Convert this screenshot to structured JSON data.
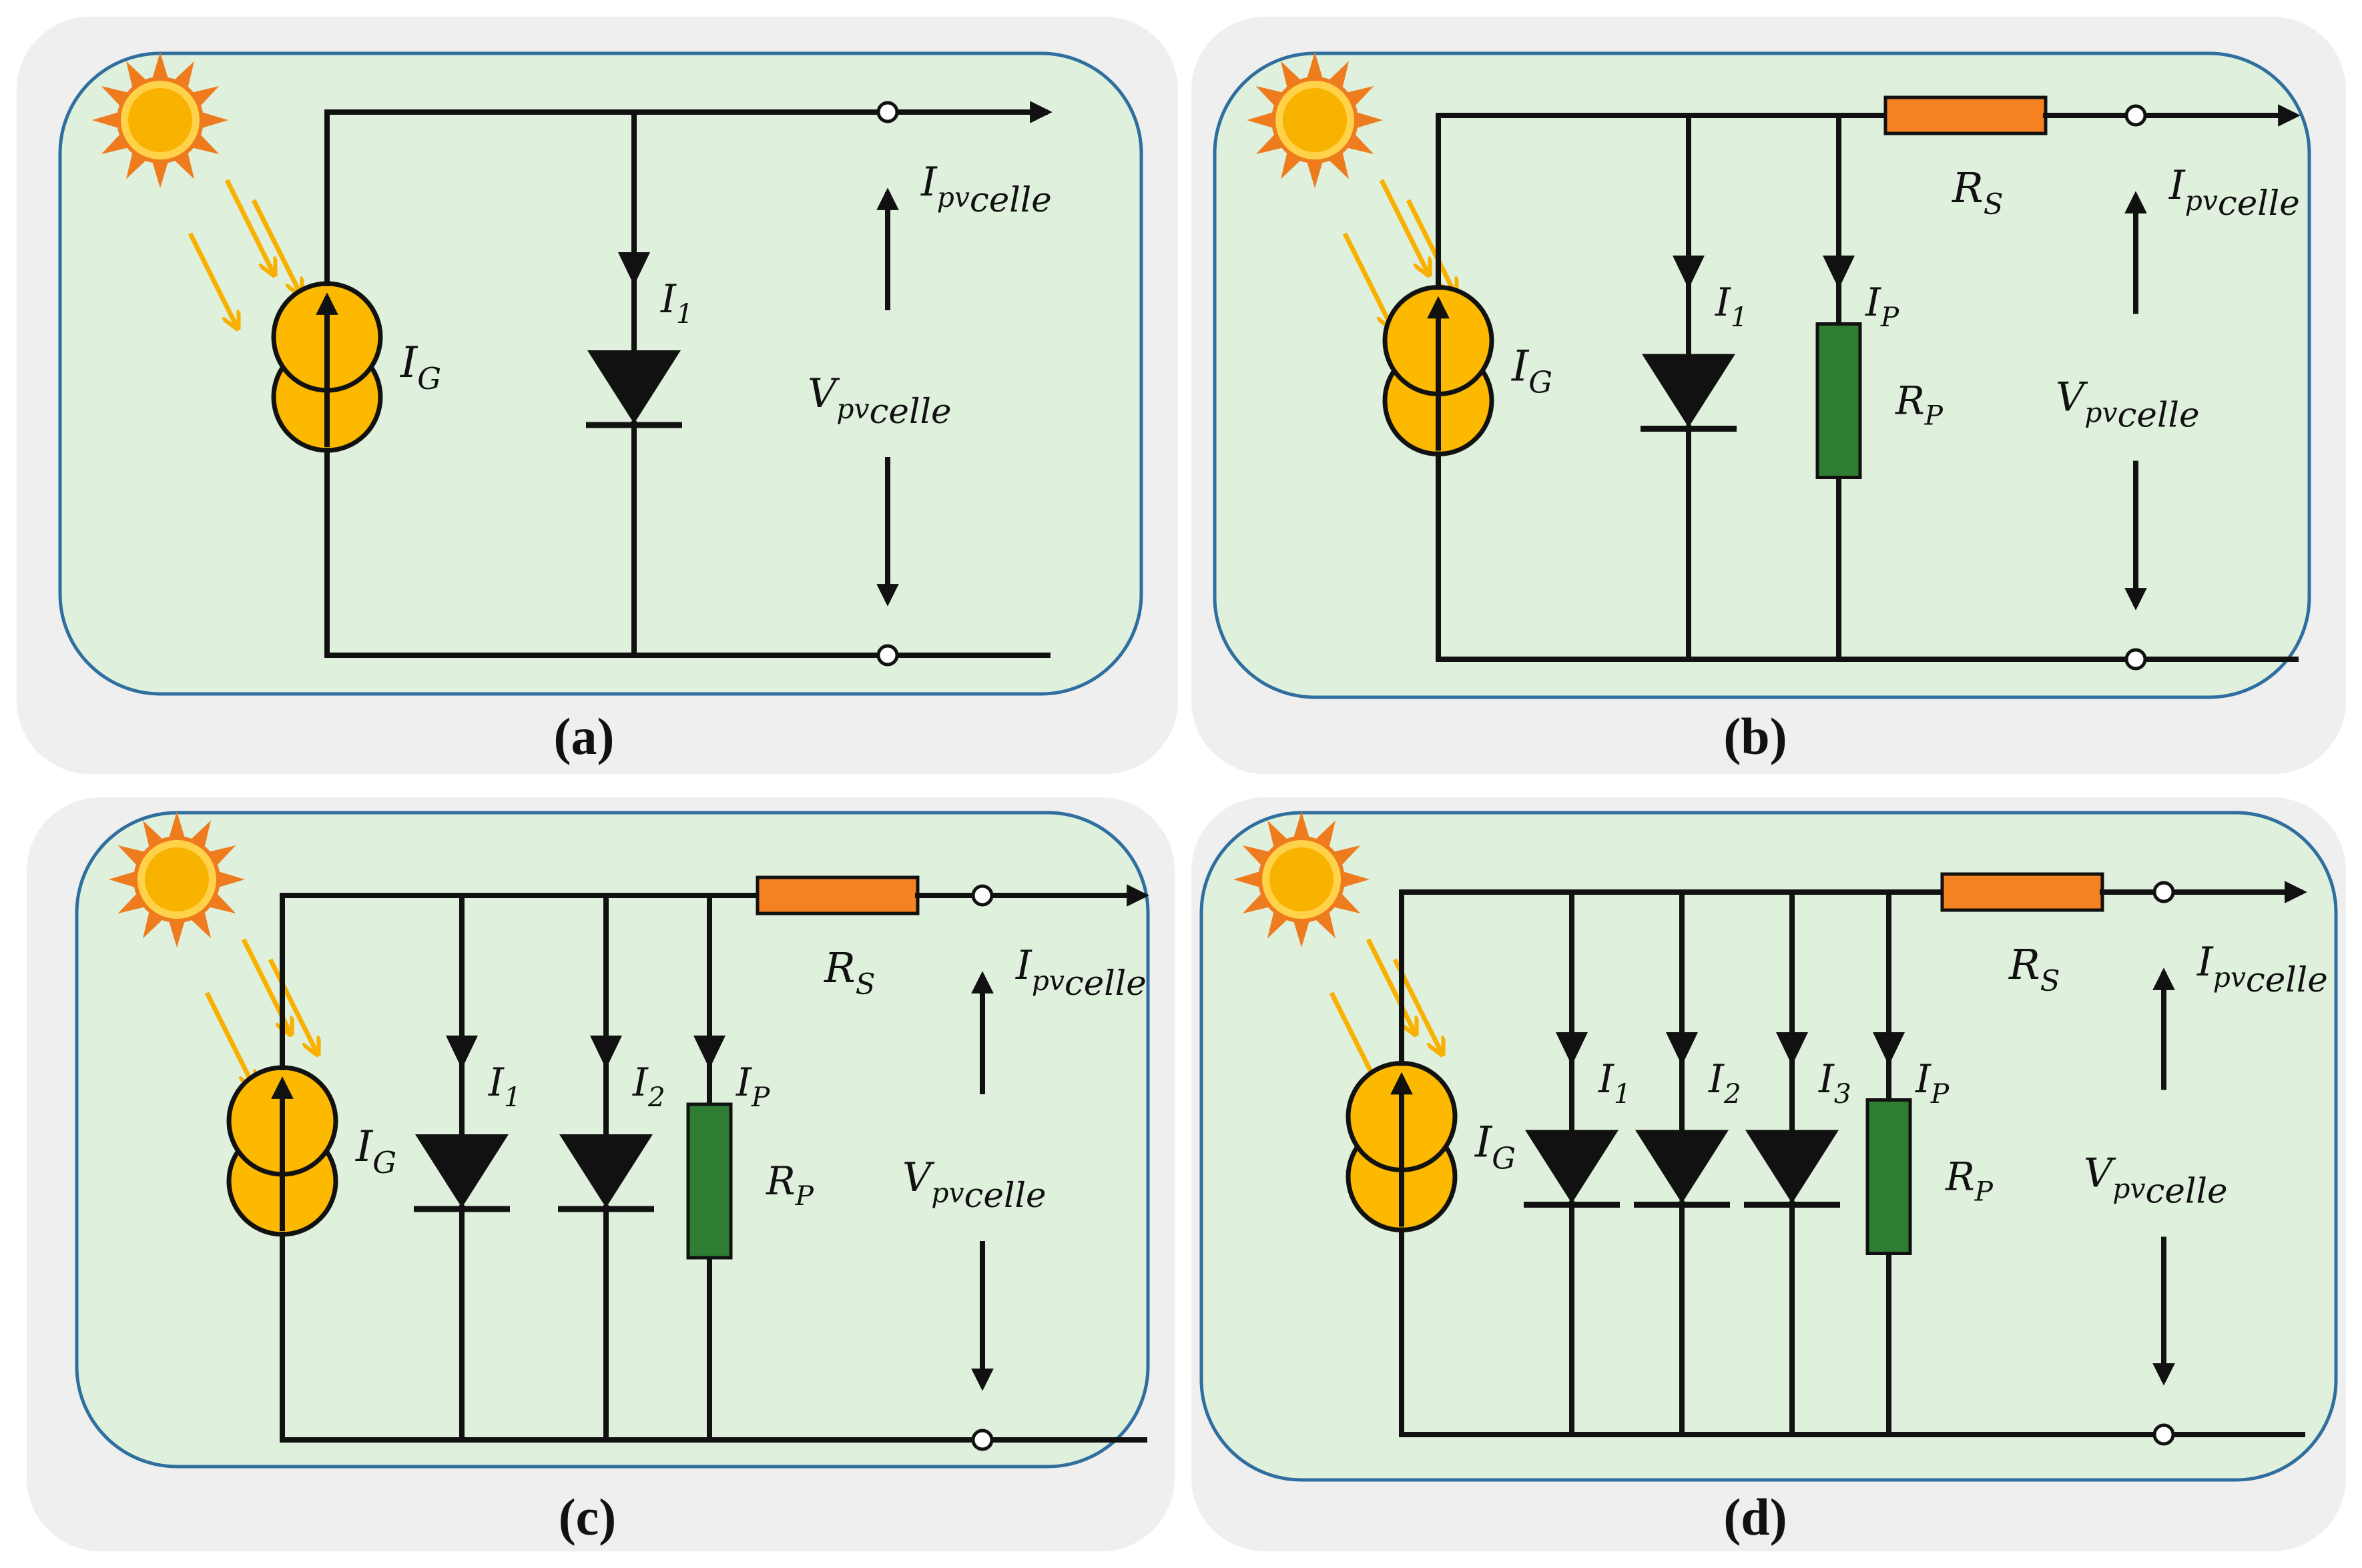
{
  "colors": {
    "panel_fill": "#dff0dc",
    "panel_border": "#2f6e9e",
    "sun": "#f8b300",
    "sun_rays": "#ee7c1f",
    "source_fill": "#fcb900",
    "series_resistor": "#f58220",
    "shunt_resistor": "#2e7d32",
    "light_arrows": "#f9b000"
  },
  "icons": [
    "sun-icon",
    "light-arrow-icon",
    "current-source-icon",
    "diode-icon",
    "resistor-icon",
    "terminal-icon"
  ],
  "panels": [
    {
      "caption": "(a)",
      "source_label": "I",
      "source_sub": "G",
      "diodes": [
        {
          "label": "I",
          "sub": "1"
        }
      ],
      "shunt": null,
      "series": null,
      "out_label": "I",
      "out_sub": "pv",
      "out_sub2": "celle",
      "volt_label": "V",
      "volt_sub": "pv",
      "volt_sub2": "celle",
      "plus": "+",
      "minus": "−"
    },
    {
      "caption": "(b)",
      "source_label": "I",
      "source_sub": "G",
      "diodes": [
        {
          "label": "I",
          "sub": "1"
        }
      ],
      "shunt": {
        "label": "R",
        "sub": "P",
        "current": "I",
        "current_sub": "P"
      },
      "series": {
        "label": "R",
        "sub": "S"
      },
      "out_label": "I",
      "out_sub": "pv",
      "out_sub2": "celle",
      "volt_label": "V",
      "volt_sub": "pv",
      "volt_sub2": "celle",
      "plus": "+",
      "minus": "−"
    },
    {
      "caption": "(c)",
      "source_label": "I",
      "source_sub": "G",
      "diodes": [
        {
          "label": "I",
          "sub": "1"
        },
        {
          "label": "I",
          "sub": "2"
        }
      ],
      "shunt": {
        "label": "R",
        "sub": "P",
        "current": "I",
        "current_sub": "P"
      },
      "series": {
        "label": "R",
        "sub": "S"
      },
      "out_label": "I",
      "out_sub": "pv",
      "out_sub2": "celle",
      "volt_label": "V",
      "volt_sub": "pv",
      "volt_sub2": "celle",
      "plus": "+",
      "minus": "−"
    },
    {
      "caption": "(d)",
      "source_label": "I",
      "source_sub": "G",
      "diodes": [
        {
          "label": "I",
          "sub": "1"
        },
        {
          "label": "I",
          "sub": "2"
        },
        {
          "label": "I",
          "sub": "3"
        }
      ],
      "shunt": {
        "label": "R",
        "sub": "P",
        "current": "I",
        "current_sub": "P"
      },
      "series": {
        "label": "R",
        "sub": "S"
      },
      "out_label": "I",
      "out_sub": "pv",
      "out_sub2": "celle",
      "volt_label": "V",
      "volt_sub": "pv",
      "volt_sub2": "celle",
      "plus": "+",
      "minus": "−"
    }
  ]
}
